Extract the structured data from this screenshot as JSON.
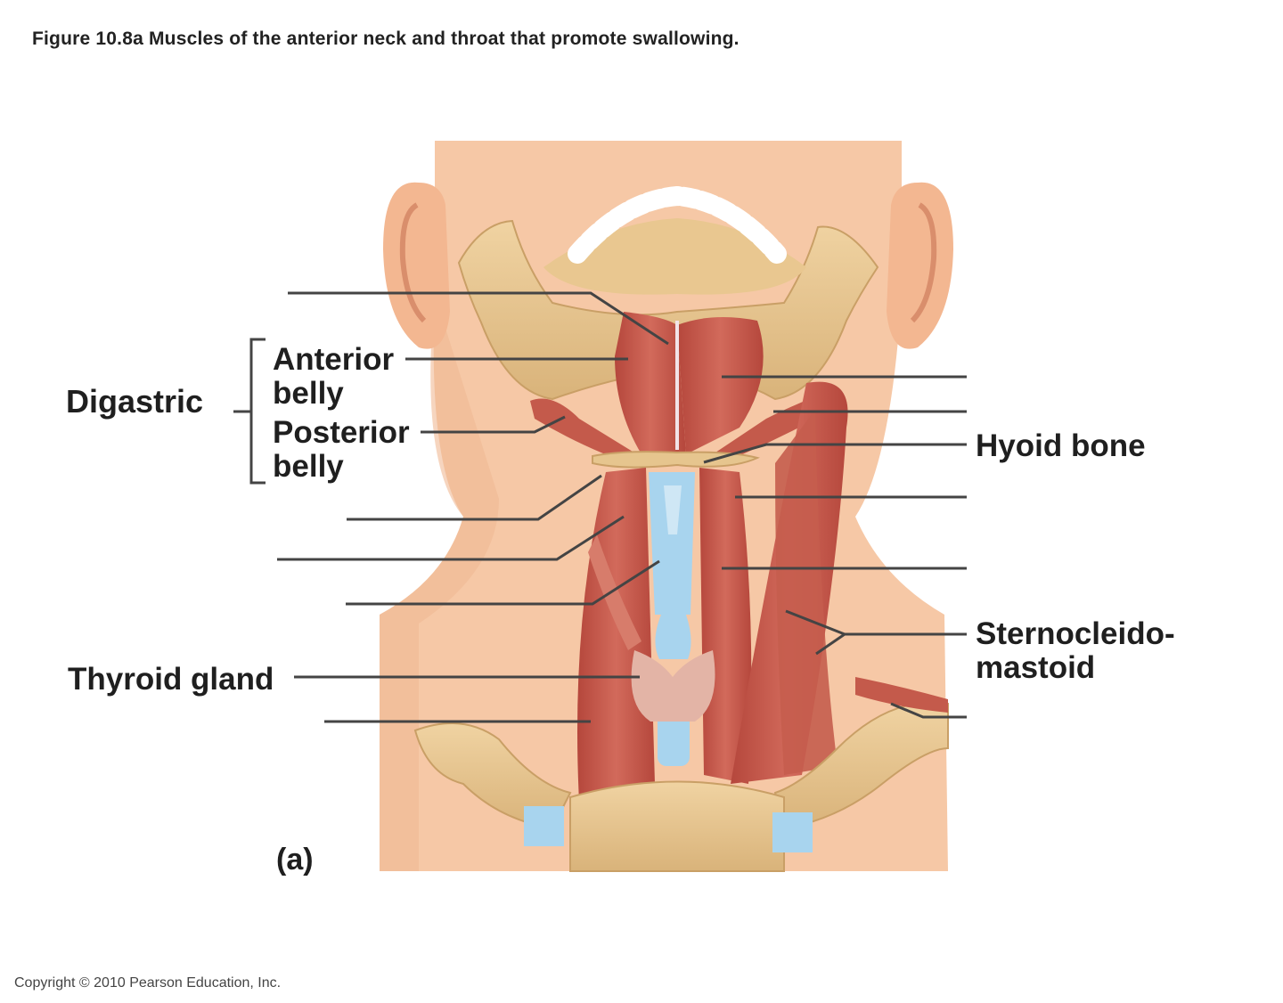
{
  "figure": {
    "title": "Figure 10.8a  Muscles  of the anterior neck and throat that promote swallowing.",
    "panel_tag": "(a)",
    "copyright": "Copyright © 2010 Pearson Education, Inc."
  },
  "labels": {
    "digastric": "Digastric",
    "anterior": "Anterior",
    "anterior_belly": "belly",
    "posterior": "Posterior",
    "posterior_belly": "belly",
    "hyoid_bone": "Hyoid bone",
    "sterno_1": "Sternocleido-",
    "sterno_2": "mastoid",
    "thyroid_gland": "Thyroid gland"
  },
  "colors": {
    "skin": "#f6c8a6",
    "bone": "#e6c58e",
    "muscle": "#c7574a",
    "cartilage": "#a8d4ee",
    "leader_line": "#444444"
  }
}
